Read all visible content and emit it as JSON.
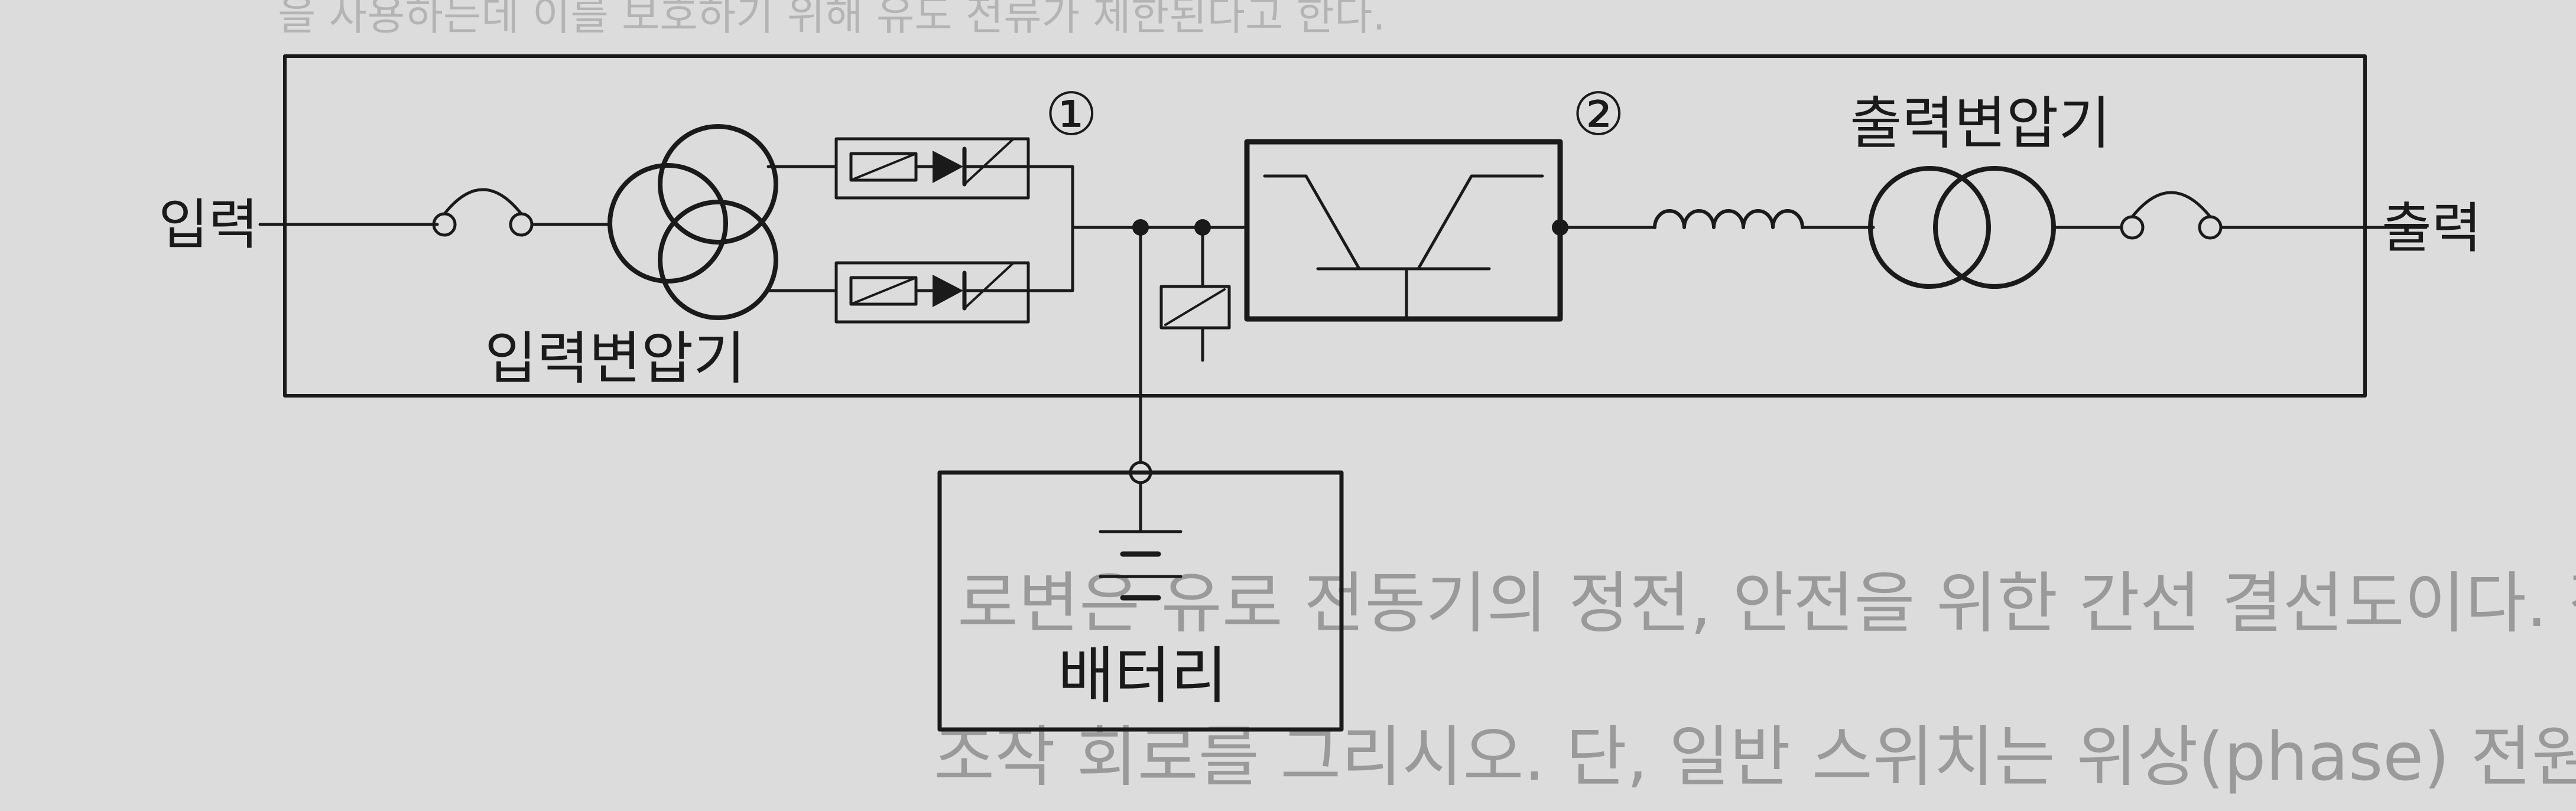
{
  "diagram": {
    "labels": {
      "input": "입력",
      "output": "출력",
      "input_transformer": "입력변압기",
      "output_transformer": "출력변압기",
      "battery": "배터리",
      "marker_1": "①",
      "marker_2": "②"
    }
  },
  "page_text": {
    "top_fragment": "을 사용하는데 이를 보호하기 위해 유도 전류가 제한된다고 한다.",
    "line_1": "로변은 유로 전동기의 정전, 안전을 위한 간선 결선도이다. 정 · 역",
    "line_2": "조작 회로를 그리시오. 단, 일반 스위치는 위상(phase) 전원을 사용"
  },
  "colors": {
    "paper": "#dcdcdc",
    "ink": "#1a1a1a",
    "bleed_text": "#9a9a9a"
  }
}
